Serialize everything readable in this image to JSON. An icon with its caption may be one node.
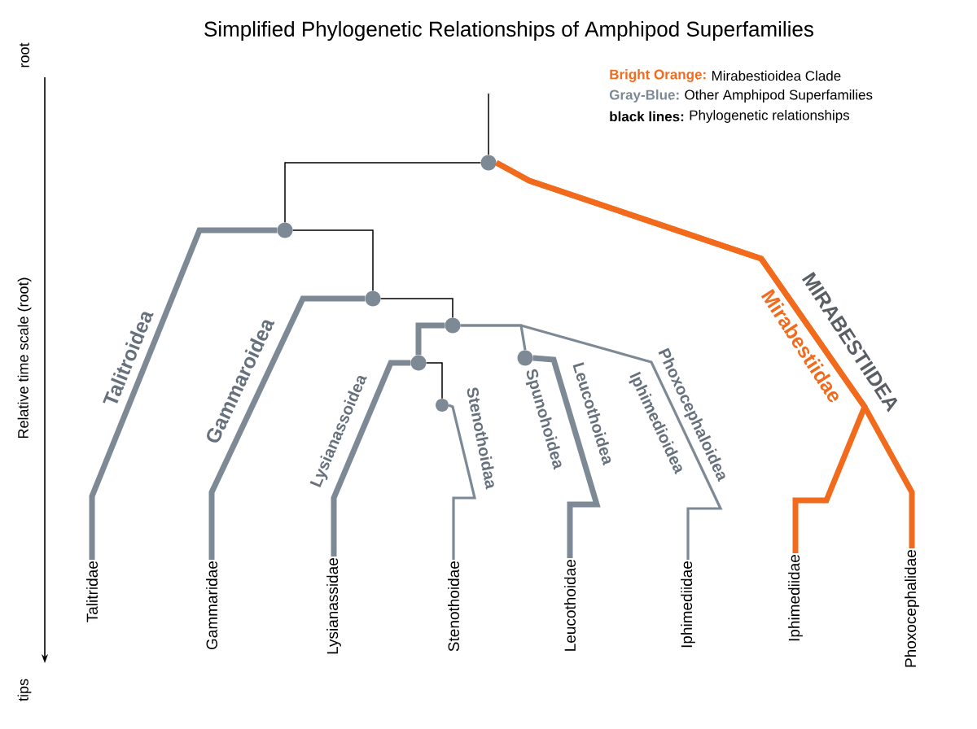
{
  "diagram": {
    "title": "Simplified Phylogenetic Relationships of Amphipod Superfamilies",
    "nodes": [
      {
        "text": [],
        "shape": "circle"
      },
      {
        "text": [],
        "shape": "circle"
      },
      {
        "text": [],
        "shape": "circle"
      },
      {
        "text": [],
        "shape": "circle"
      },
      {
        "text": [],
        "shape": "circle"
      },
      {
        "text": [],
        "shape": "circle"
      },
      {
        "text": [],
        "shape": "circle"
      },
      {
        "text": [
          "Talitridae"
        ]
      },
      {
        "text": [
          "Gammaridae"
        ]
      },
      {
        "text": [
          "Lysianassidae"
        ]
      },
      {
        "text": [
          "Stenothoidae"
        ]
      },
      {
        "text": [
          "Leucothoidae"
        ]
      },
      {
        "text": [
          "Iphimediidae"
        ]
      },
      {
        "text": [
          "Iphimediidae"
        ]
      },
      {
        "text": [
          "Phoxocephalidae"
        ]
      }
    ],
    "edges": [
      {
        "from": null,
        "to": 0,
        "arrow": "none",
        "color": "#000000"
      },
      {
        "from": 0,
        "to": 1,
        "arrow": "none",
        "color": "#000000"
      },
      {
        "from": 0,
        "to": 13,
        "arrow": "none",
        "label": "Mirabestiidae",
        "style": "thick",
        "color": "#f26b1d"
      },
      {
        "from": 0,
        "to": 14,
        "arrow": "none",
        "label": "MIRABESTIIDEA",
        "style": "thick",
        "color": "#f26b1d"
      },
      {
        "from": 1,
        "to": 7,
        "arrow": "none",
        "label": "Talitroidea",
        "style": "thick"
      },
      {
        "from": 1,
        "to": 2,
        "arrow": "none",
        "color": "#000000"
      },
      {
        "from": 2,
        "to": 8,
        "arrow": "none",
        "label": "Gammaroidea",
        "style": "thick"
      },
      {
        "from": 2,
        "to": 3,
        "arrow": "none",
        "color": "#000000"
      },
      {
        "from": 3,
        "to": 4,
        "arrow": "none",
        "style": "thick"
      },
      {
        "from": 4,
        "to": 9,
        "arrow": "none",
        "label": "Lysianassoidea",
        "style": "thick"
      },
      {
        "from": 4,
        "to": 5,
        "arrow": "none",
        "color": "#000000"
      },
      {
        "from": 5,
        "to": 10,
        "arrow": "none",
        "label": "Stenothoidaa"
      },
      {
        "from": 3,
        "to": 6,
        "arrow": "none"
      },
      {
        "from": 6,
        "to": 11,
        "arrow": "none",
        "label": "Spunohoidea",
        "style": "thick"
      },
      {
        "from": 3,
        "to": 12,
        "arrow": "none",
        "label": "Iphimedioidea"
      }
    ],
    "labels": [
      "root",
      "Relative time scale (root)",
      "tips",
      "Bright Orange:",
      "Gray-Blue:",
      "black lines:",
      "Leucothoidea",
      "Phoxocephaloidea"
    ],
    "legend": [
      {
        "text": "Mirabestioidea Clade",
        "color": "#f26b1d"
      },
      {
        "text": "Other Amphipod Superfamilies",
        "color": "#7d8a96"
      },
      {
        "text": "Phylogenetic relationships",
        "color": "#000000"
      }
    ]
  }
}
